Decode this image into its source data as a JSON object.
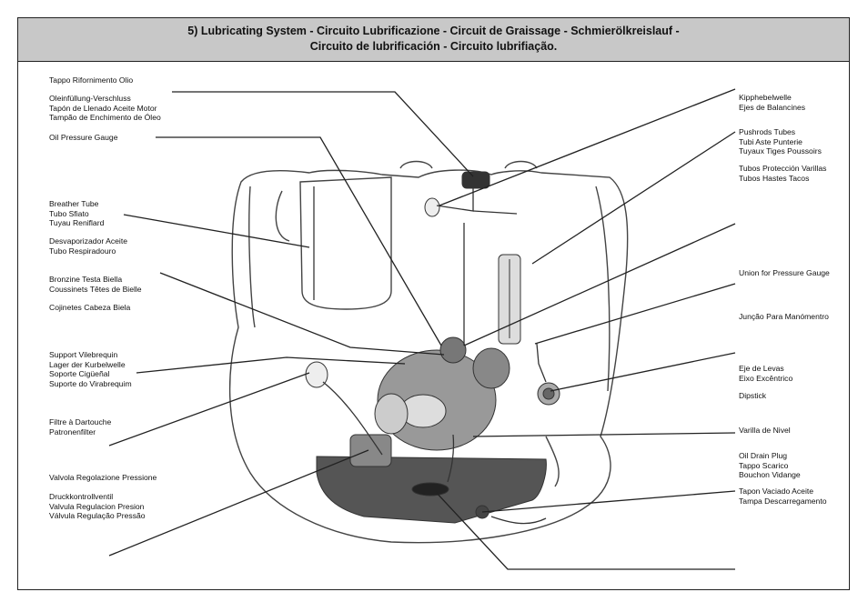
{
  "header": {
    "line1": "5) Lubricating System - Circuito Lubrificazione - Circuit de Graissage - Schmierölkreislauf -",
    "line2": "Circuito de  lubrificación - Circuito lubrifiação."
  },
  "labels_left": {
    "oil_fill": [
      "Tappo Rifornimento Olio"
    ],
    "oil_fill_more": [
      "Oleinfüllung-Verschluss",
      "Tapón de Llenado Aceite Motor",
      "Tampão de Enchimento de Óleo"
    ],
    "pressure_gauge": [
      "Oil Pressure Gauge"
    ],
    "breather": [
      "Breather Tube",
      "Tubo Sfiato",
      "Tuyau Reniflard"
    ],
    "breather_more": [
      "Desvaporizador Aceite",
      "Tubo Respiradouro"
    ],
    "conrod": [
      "Bronzine Testa Biella",
      "Coussinets Têtes de Bielle"
    ],
    "conrod_more": [
      "Cojinetes Cabeza Biela"
    ],
    "crank_support": [
      "Support Vilebrequin",
      "Lager der Kurbelwelle",
      "Soporte Cigüeñal",
      "Suporte do Virabrequim"
    ],
    "filter": [
      "Filtre à Dartouche",
      "Patronenfilter"
    ],
    "valve": [
      "Valvola Regolazione Pressione"
    ],
    "valve_more": [
      "Druckkontrollventil",
      "Valvula Regulacion Presion",
      "Válvula Regulação Pressão"
    ]
  },
  "labels_right": {
    "rocker": [
      "Kipphebelwelle",
      "Ejes de Balancines"
    ],
    "pushrods": [
      "Pushrods Tubes",
      "Tubi Aste Punterie",
      "Tuyaux Tiges Poussoirs"
    ],
    "pushrods_more": [
      "Tubos Protección Varillas",
      "Tubos Hastes Tacos"
    ],
    "union": [
      "Union for Pressure Gauge"
    ],
    "union_more": [
      "Junção Para Manómentro"
    ],
    "camshaft": [
      "Eje de Levas",
      "Eixo Excêntrico"
    ],
    "dipstick": [
      "Dipstick"
    ],
    "dipstick_more": [
      "Varilla de Nivel"
    ],
    "drain": [
      "Oil Drain Plug",
      "Tappo Scarico",
      "Bouchon Vidange"
    ],
    "drain_more": [
      "Tapon Vaciado Aceite",
      "Tampa Descarregamento"
    ]
  }
}
